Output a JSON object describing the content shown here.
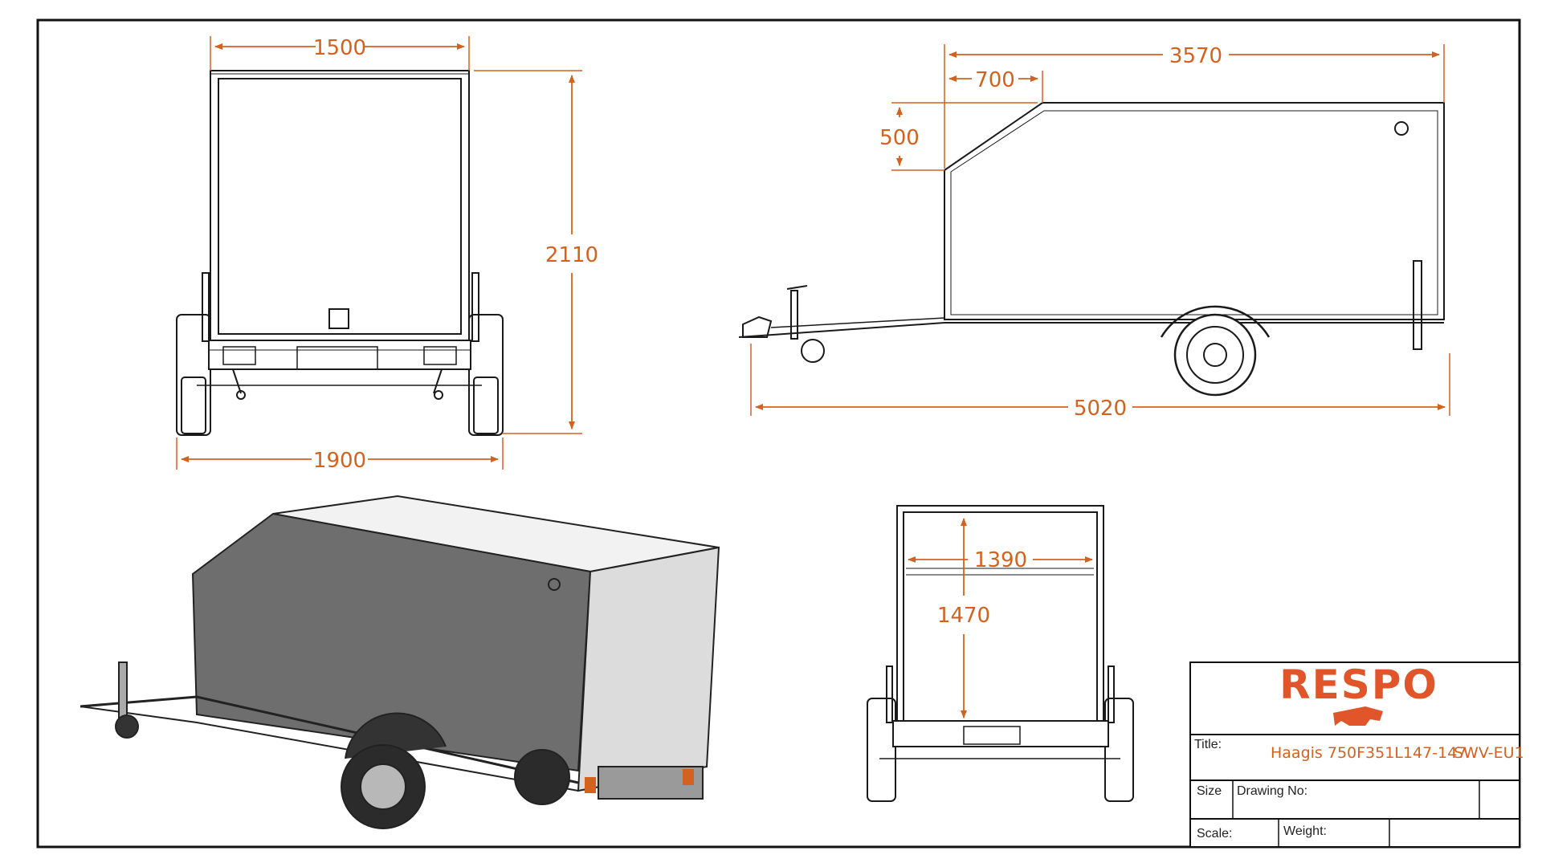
{
  "colors": {
    "dimension": "#d4621f",
    "brand": "#e0552a",
    "line": "#1a1a1a",
    "panel_dark": "#6e6e6e",
    "panel_light": "#dcdcdc"
  },
  "dimensions": {
    "front_top_width": "1500",
    "front_height": "2110",
    "front_total_width": "1900",
    "side_box_length": "3570",
    "side_nose_length": "700",
    "side_nose_height": "500",
    "side_total_length": "5020",
    "rear_inner_width": "1390",
    "rear_inner_height": "1470"
  },
  "title_block": {
    "brand": "RESPO",
    "title_label": "Title:",
    "title_value": "Haagis 750F351L147-147",
    "title_code": "SWV-EU1",
    "size_label": "Size",
    "drawing_no_label": "Drawing No:",
    "scale_label": "Scale:",
    "weight_label": "Weight:"
  }
}
